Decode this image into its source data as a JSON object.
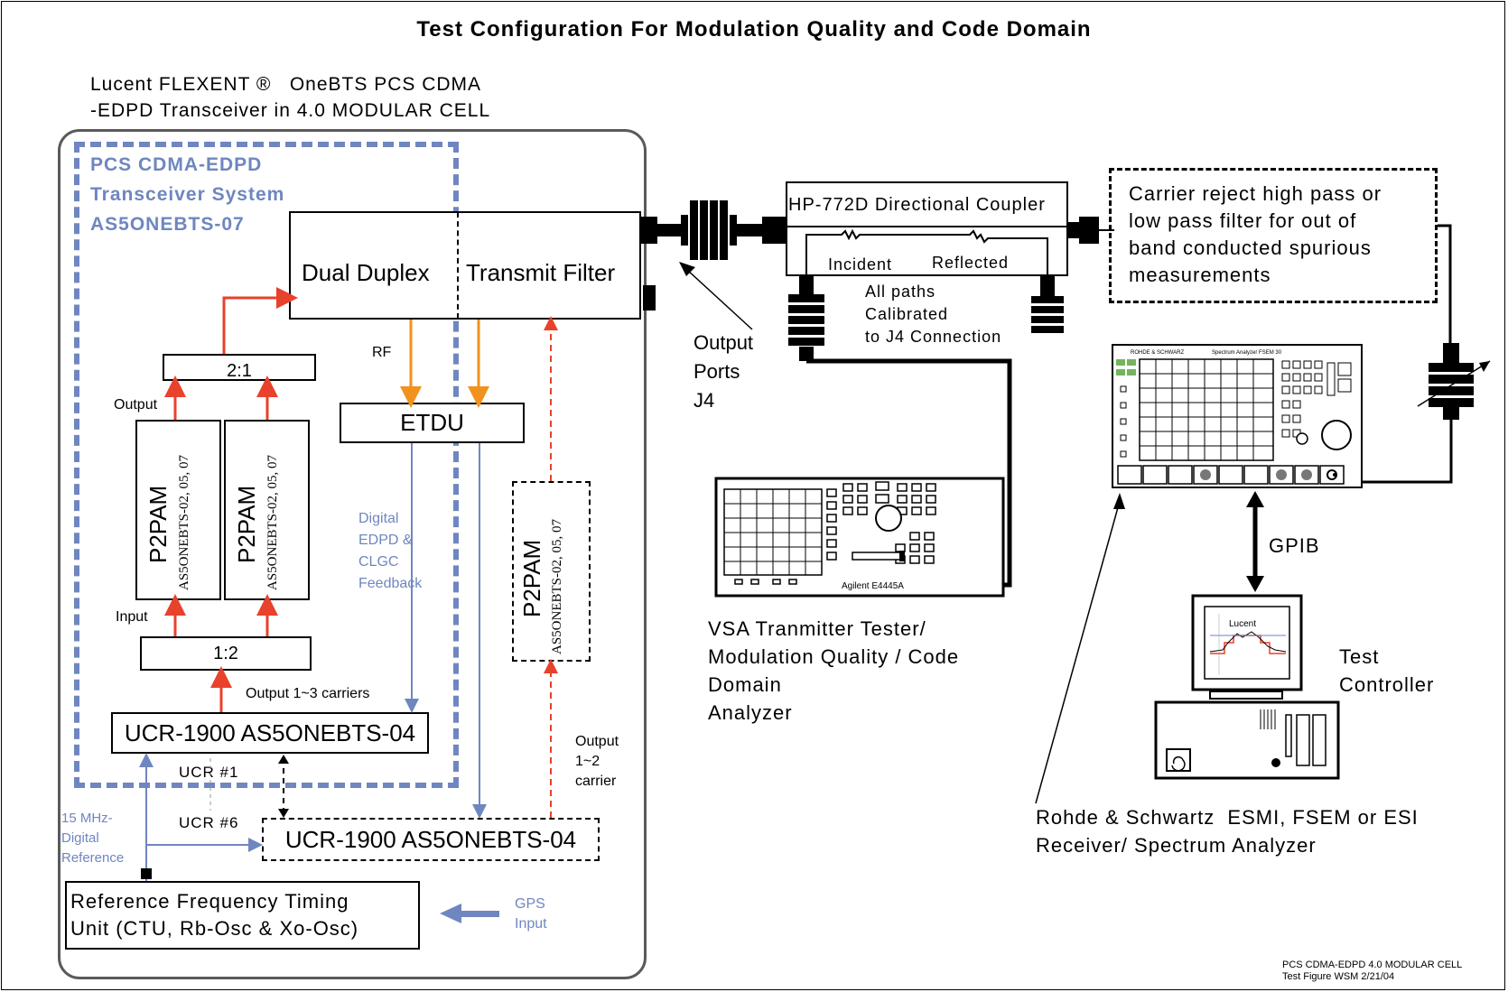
{
  "title": "Test Configuration For Modulation Quality and Code Domain",
  "cell_caption": {
    "line1": "Lucent FLEXENT ®   OneBTS PCS CDMA",
    "line2": "-EDPD Transceiver in 4.0 MODULAR CELL"
  },
  "system": {
    "line1": "PCS CDMA-EDPD",
    "line2": "Transceiver System",
    "line3": "AS5ONEBTS-07",
    "color": "#6f86c0"
  },
  "blocks": {
    "dual_duplex": "Dual Duplex",
    "transmit_filter": "Transmit Filter",
    "combiner": "2:1",
    "splitter": "1:2",
    "etdu": "ETDU",
    "ucr_main": "UCR-1900 AS5ONEBTS-04",
    "ucr_second": "UCR-1900 AS5ONEBTS-04",
    "ref_line1": "Reference Frequency Timing",
    "ref_line2": "Unit (CTU, Rb-Osc & Xo-Osc)"
  },
  "pams": [
    {
      "name": "P2PAM",
      "model": "AS5ONEBTS-02, 05, 07"
    },
    {
      "name": "P2PAM",
      "model": "AS5ONEBTS-02, 05, 07"
    },
    {
      "name": "P2PAM",
      "model": "AS5ONEBTS-02, 05, 07"
    }
  ],
  "labels": {
    "output": "Output",
    "input": "Input",
    "rf": "RF",
    "output_carriers": "Output 1~3 carriers",
    "ucr1": "UCR #1",
    "ucr6": "UCR #6",
    "output_carrier_2": [
      "Output",
      "1~2",
      "carrier"
    ],
    "digital_feedback": [
      "Digital",
      "EDPD &",
      "CLGC",
      "Feedback"
    ],
    "ref_15mhz": [
      "15 MHz-",
      "Digital",
      "Reference"
    ],
    "gps": [
      "GPS",
      "Input"
    ],
    "output_ports": [
      "Output",
      "Ports",
      "J4"
    ]
  },
  "coupler": {
    "title": "HP-772D Directional Coupler",
    "incident": "Incident",
    "reflected": "Reflected",
    "note": [
      "All paths",
      "Calibrated",
      "to J4 Connection"
    ]
  },
  "filter_note": [
    "Carrier reject high pass or",
    "low pass filter for out of",
    "band conducted spurious",
    "measurements"
  ],
  "vsa": {
    "badge": "Agilent E4445A",
    "caption": [
      "VSA Tranmitter Tester/",
      "Modulation Quality / Code",
      "Domain",
      "Analyzer"
    ]
  },
  "analyzer": {
    "brand": "ROHDE & SCHWARZ",
    "model": "Spectrum Analyzer FSEM 30",
    "caption": [
      "Rohde & Schwartz  ESMI, FSEM or ESI",
      "Receiver/ Spectrum Analyzer"
    ]
  },
  "gpib": "GPIB",
  "controller": {
    "screen_label": "Lucent",
    "caption": [
      "Test",
      "Controller"
    ]
  },
  "footer": [
    "PCS CDMA-EDPD 4.0 MODULAR CELL",
    "Test Figure WSM 2/21/04"
  ],
  "colors": {
    "red_arrow": "#e8412c",
    "orange_arrow": "#f0921e",
    "blue_arrow": "#6f86c0",
    "blue_text": "#6f86c0"
  }
}
